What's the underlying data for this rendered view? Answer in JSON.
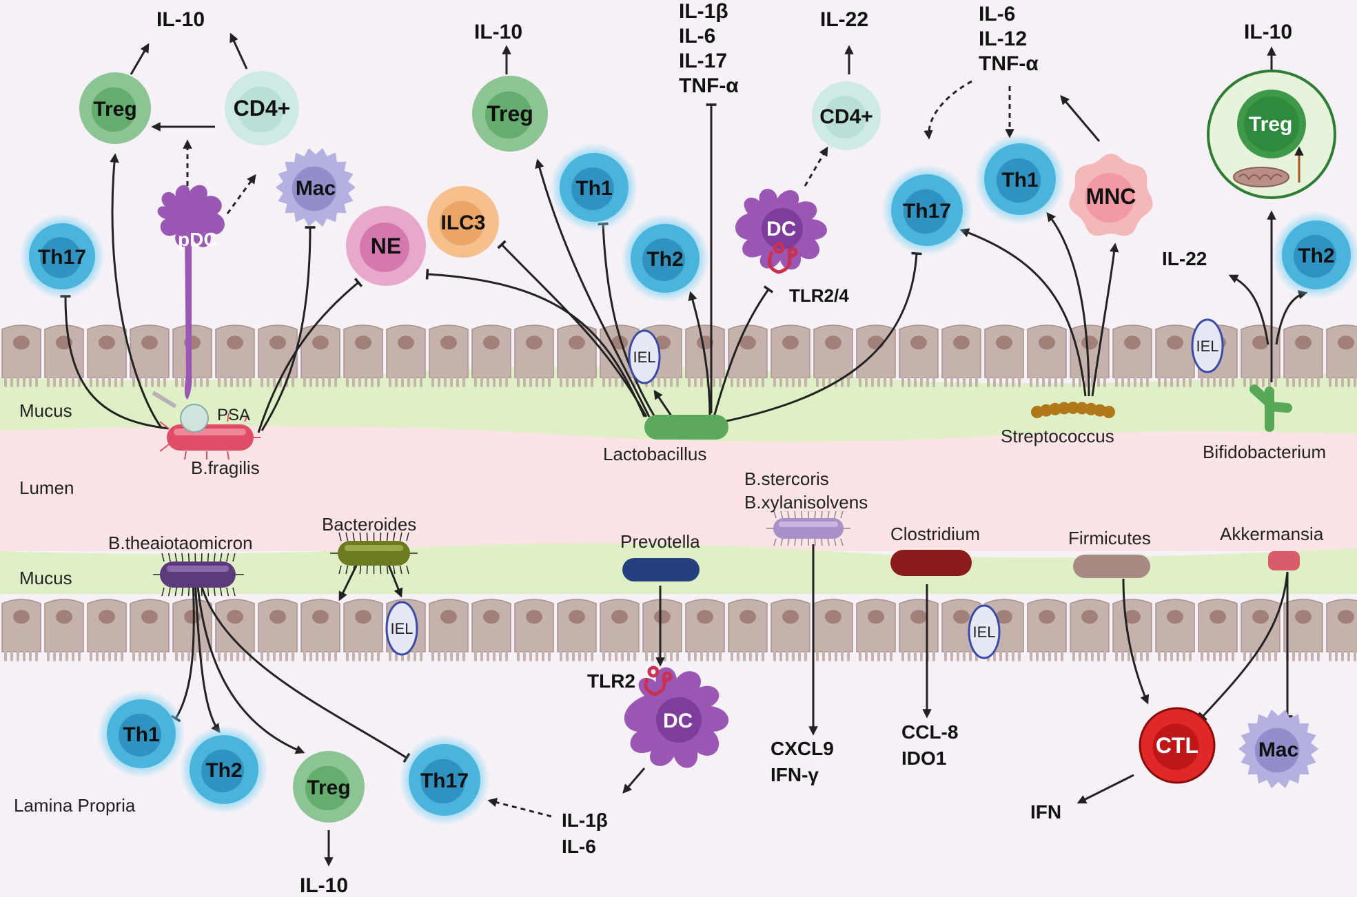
{
  "colors": {
    "background": "#f6f1f6",
    "mucus": "#dff0c6",
    "lumen": "#fbe3e6",
    "epithelium": "#c6b2ad",
    "nucleus": "#a08078",
    "arrow": "#222222",
    "th_cell": "#4ab4dc",
    "treg_cell": "#8cc494",
    "cd4_cell": "#cdebe4",
    "dc_cell": "#9a58b4",
    "mac_cell": "#b4b0e0",
    "ne_cell": "#e8a8cc",
    "ilc3_cell": "#f6c08c",
    "mnc_cell": "#f4b8b8",
    "ctl_cell": "#e02828",
    "iel_cell": "#e6e8f6",
    "bfragilis": "#e04c66",
    "lactobacillus": "#5ca85c",
    "streptococcus": "#b07818",
    "bifidobacterium": "#58a858",
    "btheta": "#5c3a7c",
    "bacteroides": "#6c7a22",
    "prevotella": "#24407c",
    "bstercoris": "#a890c8",
    "clostridium": "#8c1c1c",
    "firmicutes": "#a88a84",
    "akkermansia": "#d85c6c"
  },
  "regions": {
    "mucus_top": "Mucus",
    "lumen": "Lumen",
    "mucus_bottom": "Mucus",
    "lamina_propria": "Lamina Propria"
  },
  "bacteria": {
    "bfragilis": "B.fragilis",
    "psa": "PSA",
    "lactobacillus": "Lactobacillus",
    "streptococcus": "Streptococcus",
    "bifidobacterium": "Bifidobacterium",
    "btheta": "B.theaiotaomicron",
    "bacteroides": "Bacteroides",
    "prevotella": "Prevotella",
    "bstercoris_1": "B.stercoris",
    "bstercoris_2": "B.xylanisolvens",
    "clostridium": "Clostridium",
    "firmicutes": "Firmicutes",
    "akkermansia": "Akkermansia"
  },
  "cells": {
    "treg_1": "Treg",
    "cd4_1": "CD4+",
    "th17_1": "Th17",
    "pdc": "pDC",
    "mac_1": "Mac",
    "ne": "NE",
    "ilc3": "ILC3",
    "treg_2": "Treg",
    "th1_1": "Th1",
    "th2_1": "Th2",
    "dc_1": "DC",
    "cd4_2": "CD4+",
    "th17_2": "Th17",
    "th1_2": "Th1",
    "mnc": "MNC",
    "treg_3": "Treg",
    "th2_2": "Th2",
    "iel_1": "IEL",
    "iel_2": "IEL",
    "iel_3": "IEL",
    "iel_4": "IEL",
    "th1_3": "Th1",
    "th2_3": "Th2",
    "treg_4": "Treg",
    "th17_3": "Th17",
    "dc_2": "DC",
    "ctl": "CTL",
    "mac_2": "Mac"
  },
  "labels": {
    "il10_a": "IL-10",
    "il10_b": "IL-10",
    "lacto_cytokines": [
      "IL-1β",
      "IL-6",
      "IL-17",
      "TNF-α"
    ],
    "il22_a": "IL-22",
    "strep_cytokines": [
      "IL-6",
      "IL-12",
      "TNF-α"
    ],
    "il10_c": "IL-10",
    "il22_b": "IL-22",
    "tlr24": "TLR2/4",
    "tlr2": "TLR2",
    "il10_d": "IL-10",
    "prevotella_cytokines": [
      "IL-1β",
      "IL-6"
    ],
    "bster_cytokines": [
      "CXCL9",
      "IFN-γ"
    ],
    "clost_cytokines": [
      "CCL-8",
      "IDO1"
    ],
    "ifn": "IFN"
  }
}
